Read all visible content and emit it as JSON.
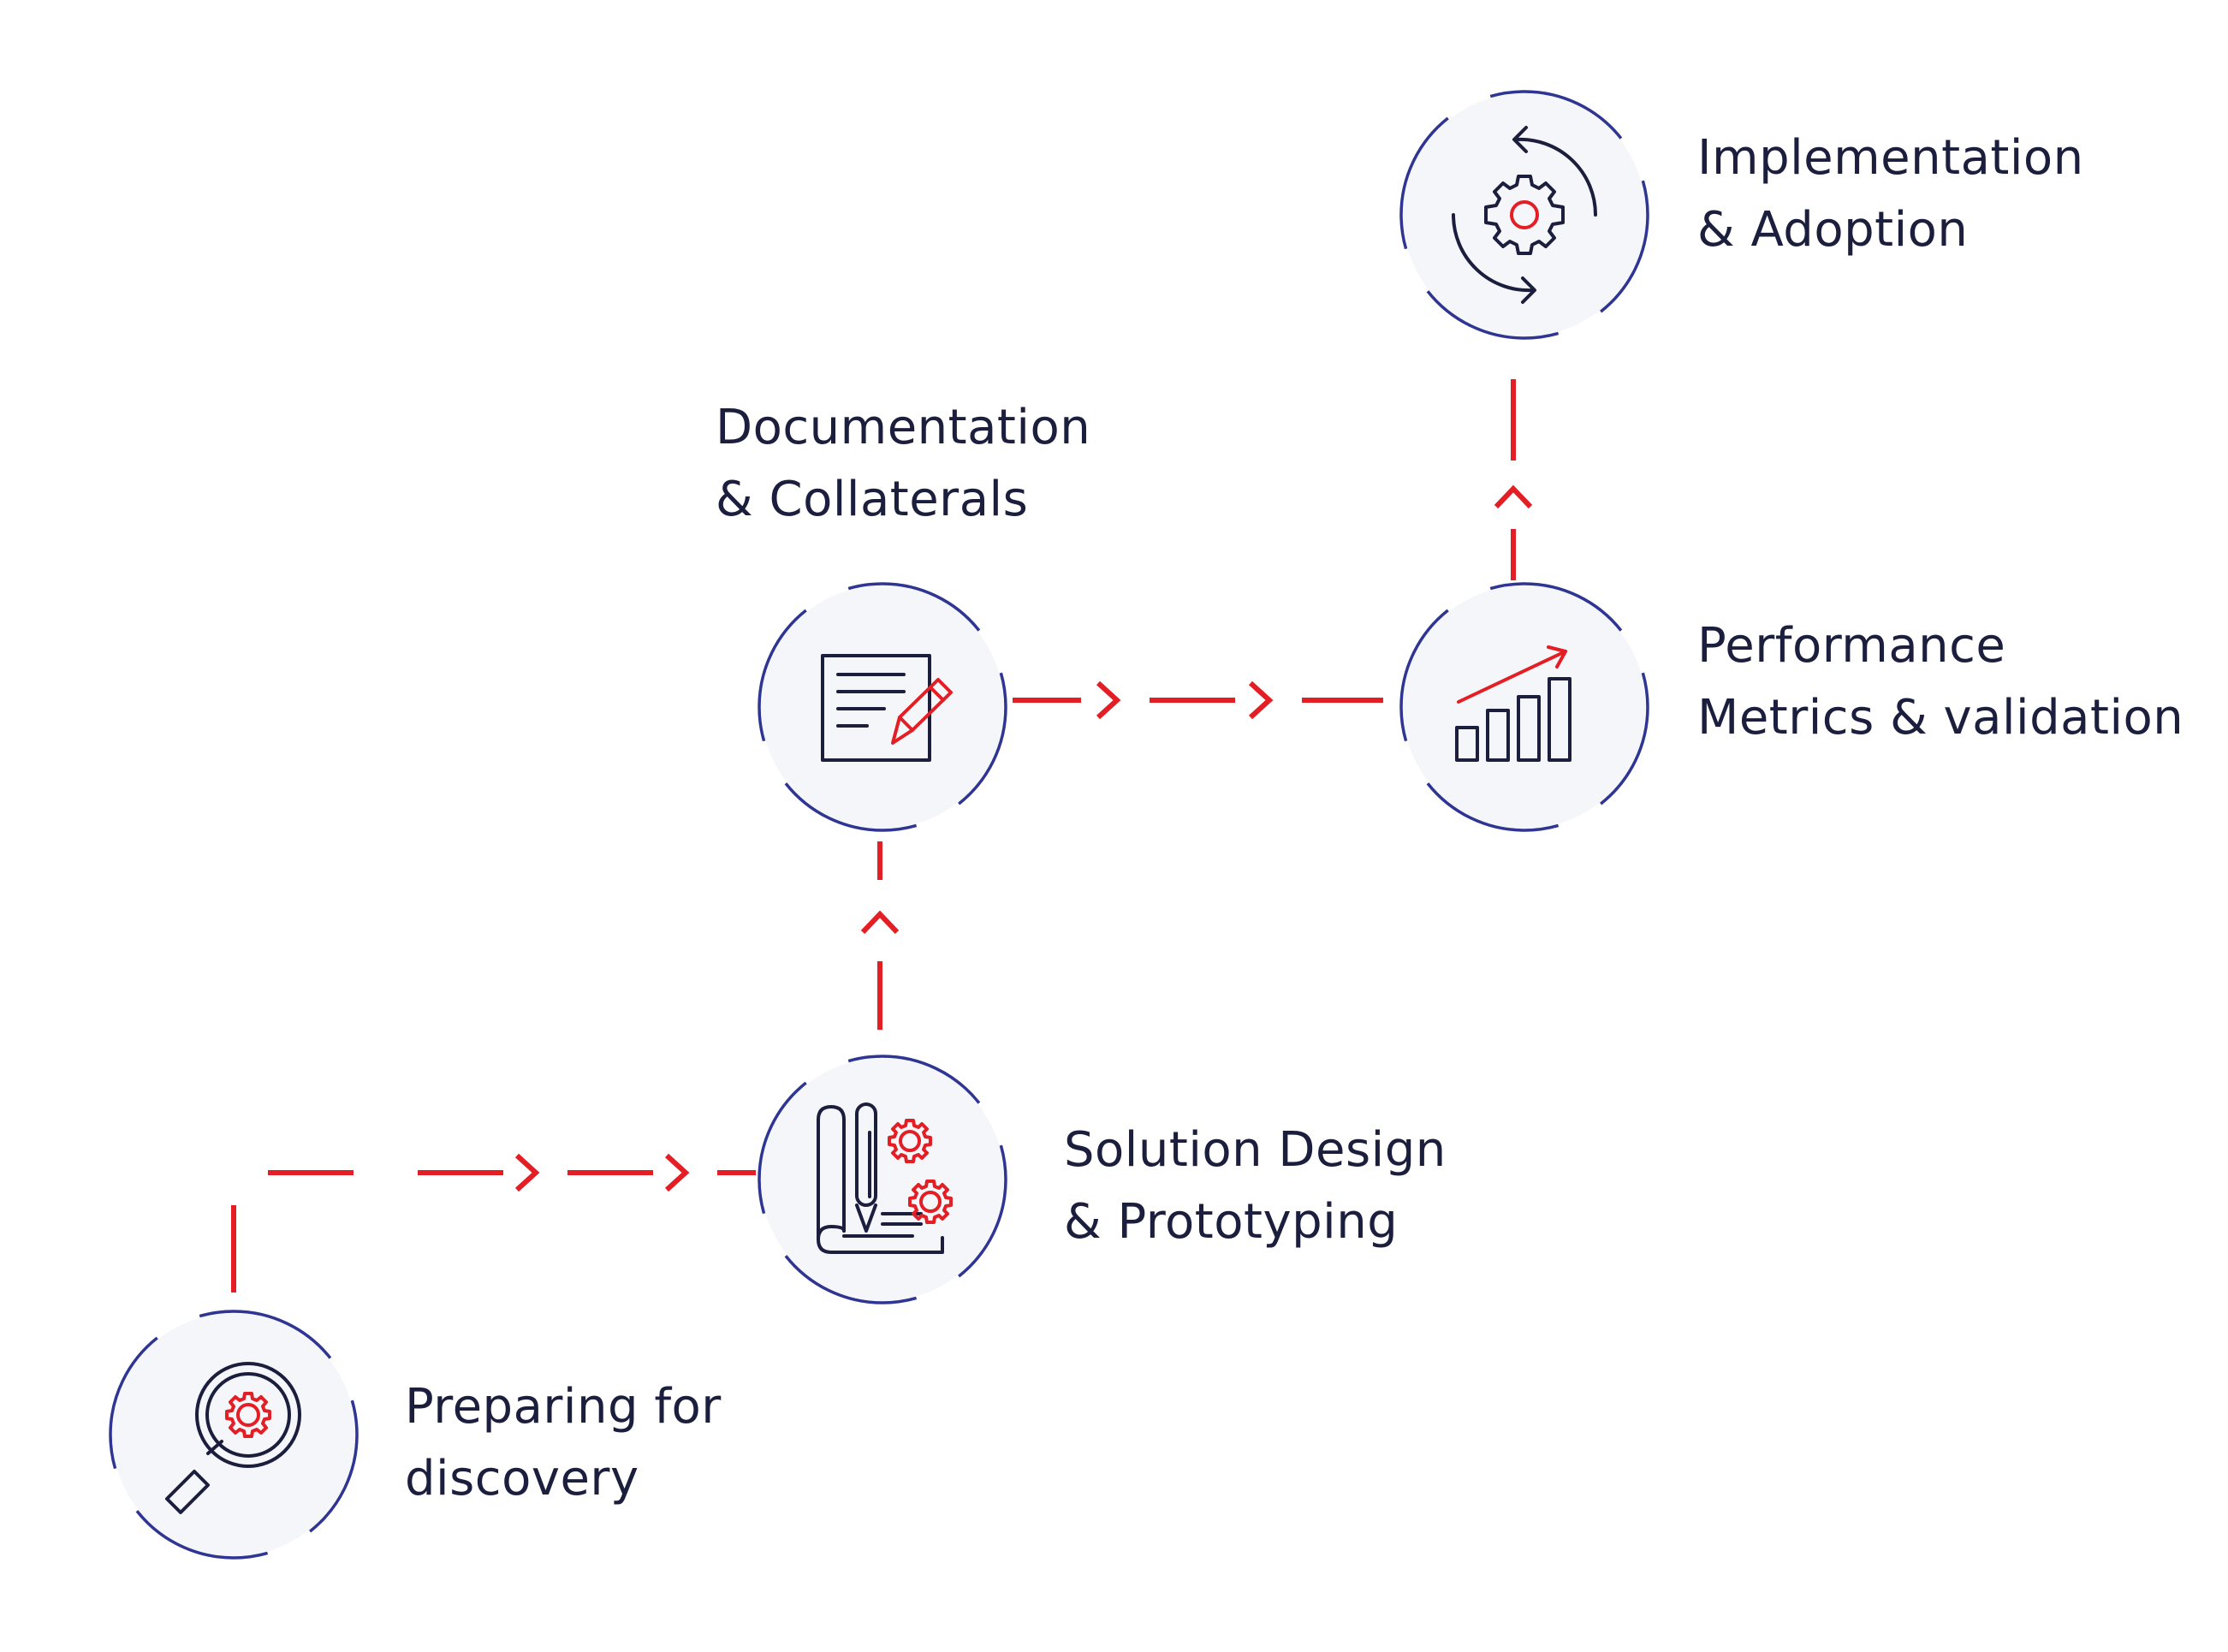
{
  "colors": {
    "node_fill": "#f5f6fa",
    "node_ring": "#2e3592",
    "connector": "#e31e24",
    "icon_stroke": "#1b1e3d",
    "icon_accent": "#e31e24",
    "text": "#1b1e3d"
  },
  "steps": [
    {
      "id": "preparing",
      "icon": "magnifier-gear-icon",
      "label_lines": [
        "Preparing for",
        "discovery"
      ]
    },
    {
      "id": "solution",
      "icon": "blueprint-gears-icon",
      "label_lines": [
        "Solution Design",
        "& Prototyping"
      ]
    },
    {
      "id": "documentation",
      "icon": "document-pencil-icon",
      "label_lines": [
        "Documentation",
        "& Collaterals"
      ]
    },
    {
      "id": "performance",
      "icon": "bar-chart-growth-icon",
      "label_lines": [
        "Performance",
        "Metrics & validation"
      ]
    },
    {
      "id": "implementation",
      "icon": "gear-cycle-icon",
      "label_lines": [
        "Implementation",
        "& Adoption"
      ]
    }
  ]
}
